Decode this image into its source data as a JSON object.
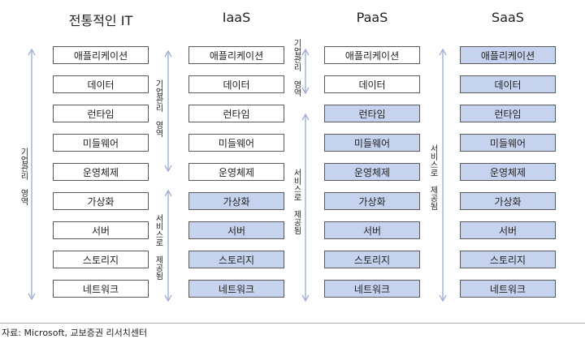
{
  "columns": [
    {
      "title": "전통적인 IT",
      "layers": [
        "애플리케이션",
        "데이터",
        "런타임",
        "미들웨어",
        "운영체제",
        "가상화",
        "서버",
        "스토리지",
        "네트워크"
      ],
      "provided_from_layer": 9,
      "side_labels": [
        "기업관리 영역"
      ]
    },
    {
      "title": "IaaS",
      "layers": [
        "애플리케이션",
        "데이터",
        "런타임",
        "미들웨어",
        "운영체제",
        "가상화",
        "서버",
        "스토리지",
        "네트워크"
      ],
      "provided_from_layer": 5,
      "side_labels": [
        "기업관리 영역",
        "서비스로 제공됨"
      ]
    },
    {
      "title": "PaaS",
      "layers": [
        "애플리케이션",
        "데이터",
        "런타임",
        "미들웨어",
        "운영체제",
        "가상화",
        "서버",
        "스토리지",
        "네트워크"
      ],
      "provided_from_layer": 2,
      "side_labels": [
        "기업관리 영역",
        "서비스로 제공됨"
      ]
    },
    {
      "title": "SaaS",
      "layers": [
        "애플리케이션",
        "데이터",
        "런타임",
        "미들웨어",
        "운영체제",
        "가상화",
        "서버",
        "스토리지",
        "네트워크"
      ],
      "provided_from_layer": 0,
      "side_labels": [
        "서비스로 제공됨"
      ]
    }
  ],
  "source": "자료: Microsoft, 교보증권 리서치센터",
  "colors": {
    "provided_fill": "#c6d3ef",
    "managed_fill": "#ffffff",
    "border": "#5a5a5a",
    "arrow": "#8fa3cf"
  }
}
